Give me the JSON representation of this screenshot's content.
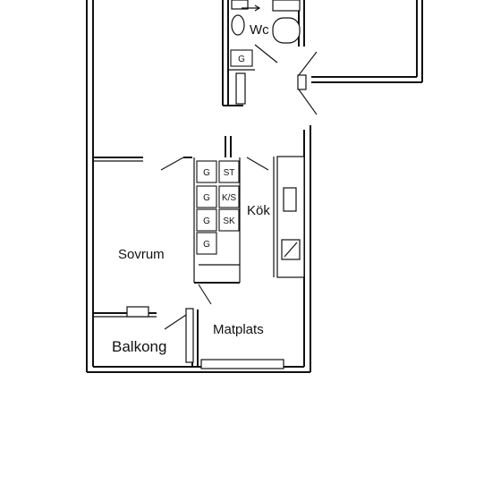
{
  "rooms": {
    "wc": "Wc",
    "kok": "Kök",
    "sovrum": "Sovrum",
    "matplats": "Matplats",
    "balkong": "Balkong"
  },
  "cabinets": {
    "g_bath": "G",
    "g1": "G",
    "st": "ST",
    "g2": "G",
    "ks": "K/S",
    "g3": "G",
    "sk": "SK",
    "g4": "G"
  },
  "colors": {
    "line": "#111111",
    "background": "#ffffff"
  }
}
